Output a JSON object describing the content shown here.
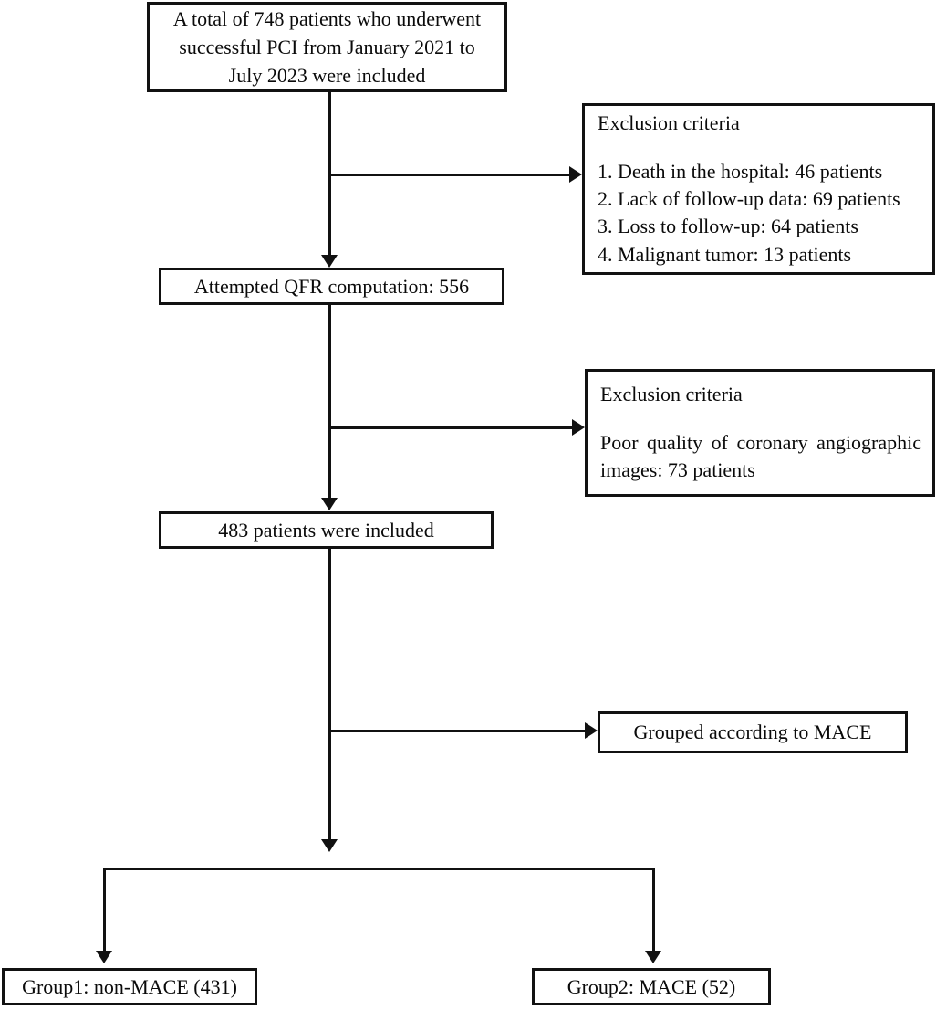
{
  "figure": {
    "type": "flowchart",
    "subject": "Patient enrollment flow diagram for PCI / QFR study"
  },
  "nodes": {
    "enrolled": {
      "text": "A total of 748 patients who underwent successful PCI from January 2021 to July 2023 were included",
      "lines": [
        "A total of 748 patients who underwent",
        "successful PCI from January 2021 to",
        "July 2023 were included"
      ],
      "count": 748
    },
    "exclusion_1": {
      "title": "Exclusion criteria",
      "items": [
        "1. Death in the hospital: 46 patients",
        "2. Lack of follow-up data: 69 patients",
        "3. Loss to follow-up: 64 patients",
        "4. Malignant tumor: 13 patients"
      ],
      "counts": [
        46,
        69,
        64,
        13
      ]
    },
    "qfr_attempted": {
      "text": "Attempted QFR computation: 556",
      "count": 556
    },
    "exclusion_2": {
      "title": "Exclusion criteria",
      "body": "Poor quality of coronary angiographic images: 73 patients",
      "count": 73
    },
    "included": {
      "text": "483 patients were included",
      "count": 483
    },
    "grouping": {
      "text": "Grouped according to MACE"
    },
    "group1": {
      "text": "Group1: non-MACE (431)",
      "count": 431
    },
    "group2": {
      "text": "Group2: MACE (52)",
      "count": 52
    }
  },
  "style": {
    "line_color": "#111111",
    "box_fill": "#ffffff",
    "text_color": "#0a0a0a"
  }
}
